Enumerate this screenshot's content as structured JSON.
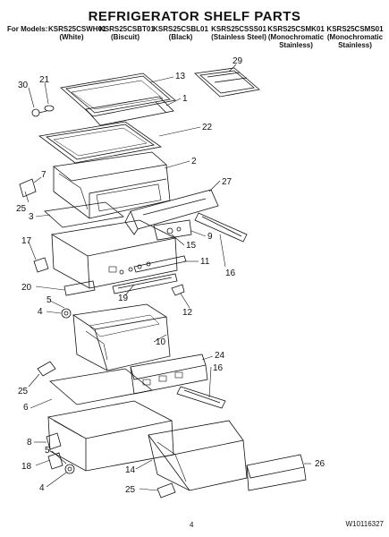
{
  "page": {
    "title": "REFRIGERATOR SHELF PARTS",
    "models_label": "For Models:",
    "models": [
      {
        "code": "KSRS25CSWH01",
        "variant": "(White)"
      },
      {
        "code": "KSRS25CSBT01",
        "variant": "(Biscuit)"
      },
      {
        "code": "KSRS25CSBL01",
        "variant": "(Black)"
      },
      {
        "code": "KSRS25CSSS01",
        "variant": "(Stainless Steel)"
      },
      {
        "code": "KSRS25CSMK01",
        "variant": "(Monochromatic Stainless)"
      },
      {
        "code": "KSRS25CSMS01",
        "variant": "(Monochromatic Stainless)"
      }
    ],
    "page_number": "4",
    "document_number": "W10116327"
  },
  "callouts": [
    "29",
    "30",
    "21",
    "13",
    "1",
    "22",
    "2",
    "7",
    "27",
    "25",
    "3",
    "9",
    "15",
    "17",
    "11",
    "16",
    "20",
    "5",
    "19",
    "4",
    "12",
    "10",
    "24",
    "25",
    "16",
    "6",
    "8",
    "18",
    "5",
    "4",
    "14",
    "26",
    "25"
  ]
}
